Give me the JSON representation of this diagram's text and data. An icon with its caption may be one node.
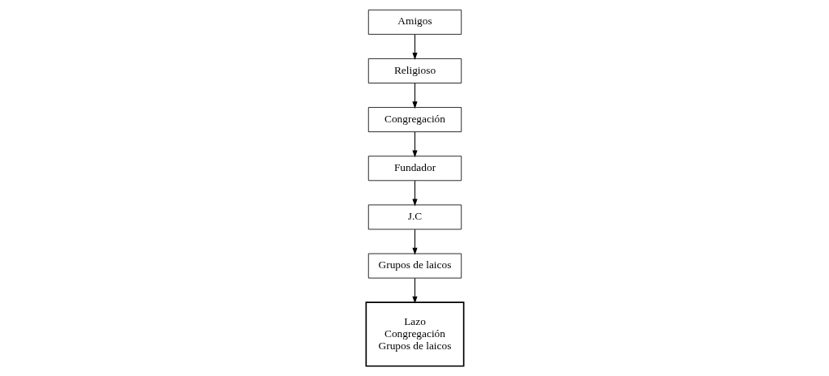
{
  "diagram": {
    "nodes": [
      {
        "text": [
          "Congregación"
        ]
      },
      {
        "text": [
          "Religioso"
        ]
      },
      {
        "text": [
          "Amigos"
        ]
      },
      {
        "text": [
          "Fundador"
        ]
      },
      {
        "text": [
          "J.C"
        ]
      },
      {
        "text": [
          "Grupos de laicos"
        ]
      },
      {
        "text": [
          "Lazo",
          "Congregación",
          "Grupos de laicos"
        ]
      }
    ],
    "edges": [
      {
        "from": 2,
        "to": 1,
        "arrow": "to"
      },
      {
        "from": 1,
        "to": 0,
        "arrow": "to"
      },
      {
        "from": 0,
        "to": 3,
        "arrow": "to"
      },
      {
        "from": 3,
        "to": 4,
        "arrow": "to"
      },
      {
        "from": 4,
        "to": 5,
        "arrow": "to"
      },
      {
        "from": 5,
        "to": 6,
        "arrow": "to"
      }
    ]
  }
}
